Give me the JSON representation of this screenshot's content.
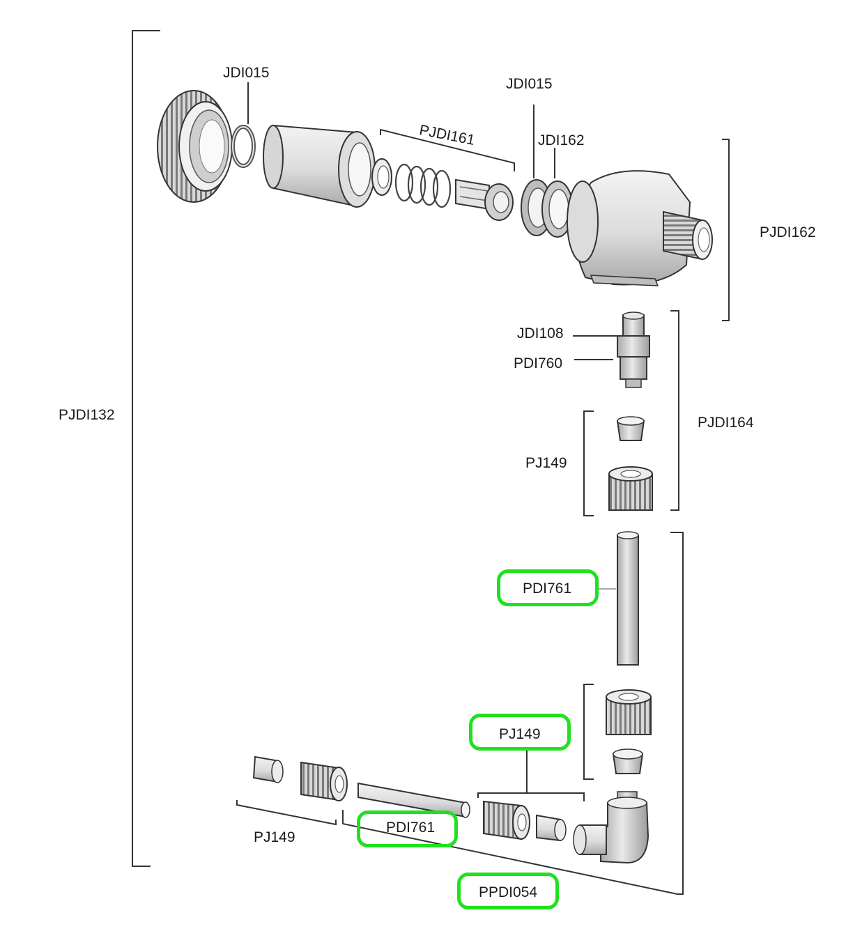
{
  "labels": {
    "jdi015_top": "JDI015",
    "jdi015_right": "JDI015",
    "pjdi161": "PJDI161",
    "jdi162": "JDI162",
    "pjdi162": "PJDI162",
    "pjdi132": "PJDI132",
    "jdi108": "JDI108",
    "pdi760": "PDI760",
    "pjdi164": "PJDI164",
    "pj149_upper": "PJ149",
    "pdi761_vertical": "PDI761",
    "pj149_lower": "PJ149",
    "pj149_left": "PJ149",
    "pdi761_horizontal": "PDI761",
    "ppdi054": "PPDI054"
  },
  "colors": {
    "highlight": "#1fe11f",
    "line": "#333333",
    "part_fill": "#e2e2e2",
    "part_shade": "#9a9a9a"
  },
  "highlighted": [
    "pdi761_vertical",
    "pj149_lower",
    "pdi761_horizontal",
    "ppdi054"
  ]
}
